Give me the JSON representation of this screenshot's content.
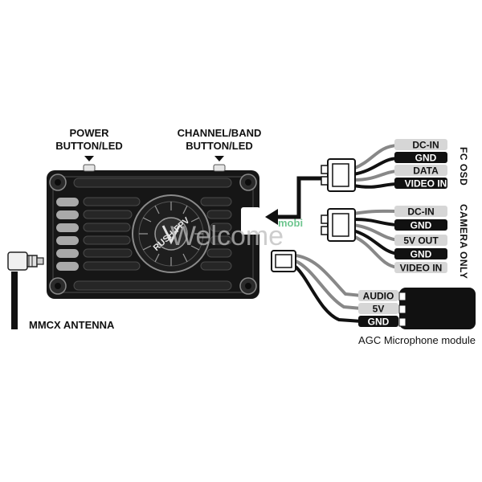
{
  "labels": {
    "power": [
      "POWER",
      "BUTTON/LED"
    ],
    "channel": [
      "CHANNEL/BAND",
      "BUTTON/LED"
    ],
    "antenna": "MMCX ANTENNA",
    "mic_module": "AGC Microphone module",
    "fc_osd": "FC OSD",
    "camera_only": "CAMERA ONLY",
    "brand": "RUSH-FPV",
    "watermark": "Welcome",
    "watermark_sub": "mobi"
  },
  "connectors": {
    "fc_osd_pins": [
      "DC-IN",
      "GND",
      "DATA",
      "VIDEO IN"
    ],
    "camera_pins": [
      "DC-IN",
      "GND",
      "5V OUT",
      "GND",
      "VIDEO IN"
    ],
    "mic_pins": [
      "AUDIO",
      "5V",
      "GND"
    ]
  },
  "colors": {
    "body": "#161616",
    "fin": "#2a2a2a",
    "tag_dark": "#111111",
    "tag_light": "#d6d6d6",
    "watermark": "#bdbdbd",
    "watermark_accent": "#3fb36b"
  }
}
